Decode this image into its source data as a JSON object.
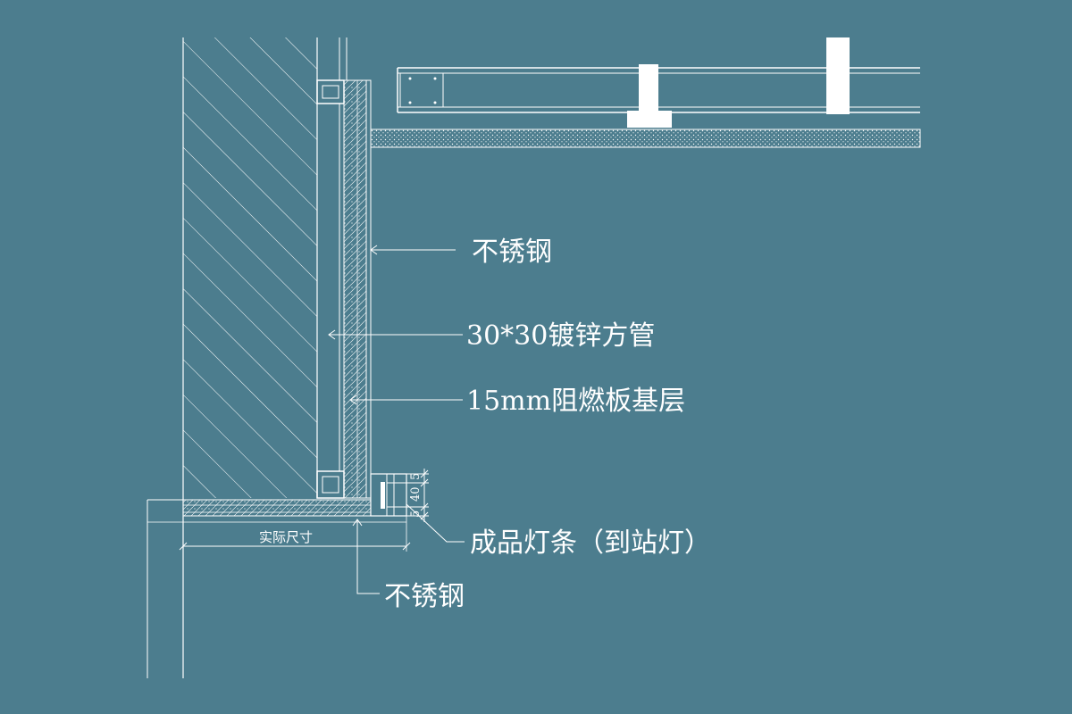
{
  "background_color": "#4c7d8e",
  "line_color": "#ffffff",
  "labels": {
    "stainless_top": "不锈钢",
    "square_tube": "30*30镀锌方管",
    "fire_board": "15mm阻燃板基层",
    "light_strip": "成品灯条（到站灯）",
    "stainless_bottom": "不锈钢",
    "actual_size": "实际尺寸"
  },
  "dimensions": {
    "d_top": "5",
    "d_mid": "40",
    "d_bot": "5"
  }
}
